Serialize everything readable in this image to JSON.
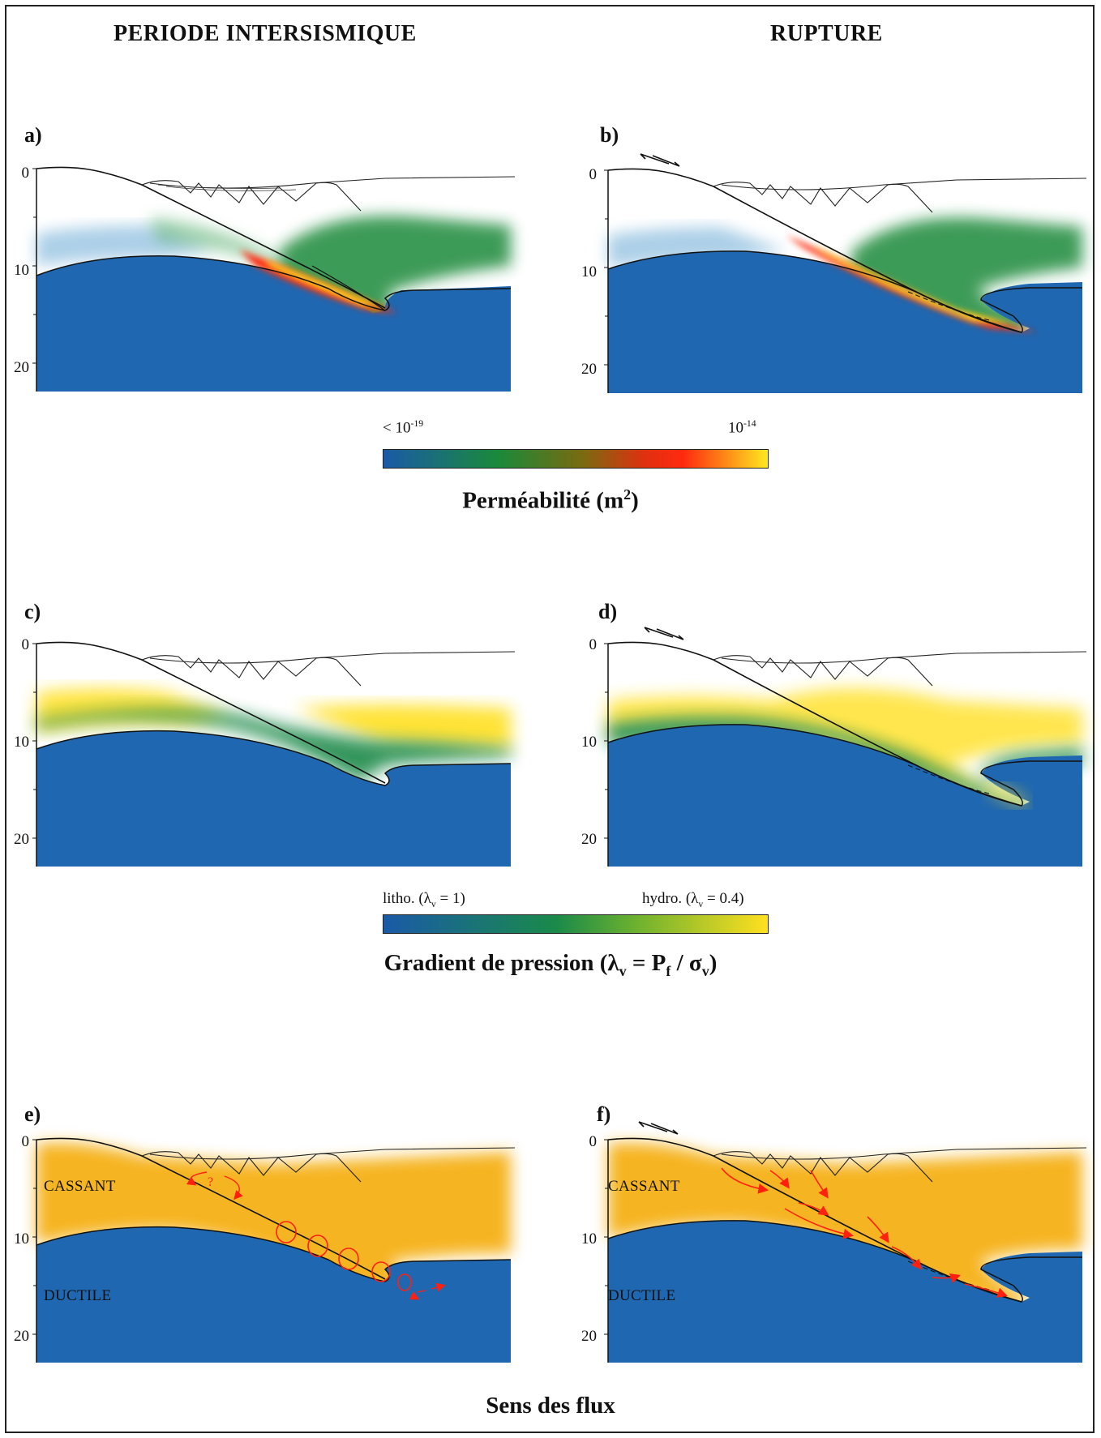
{
  "columns": {
    "left": "PERIODE INTERSISMIQUE",
    "right": "RUPTURE"
  },
  "panels": {
    "a": "a)",
    "b": "b)",
    "c": "c)",
    "d": "d)",
    "e": "e)",
    "f": "f)"
  },
  "y_ticks": [
    "0",
    "10",
    "20"
  ],
  "permeability": {
    "low_prefix": "< 10",
    "low_exp": "-19",
    "high_base": "10",
    "high_exp": "-14",
    "title": "Perméabilité (m",
    "title_exp": "2",
    "title_close": ")",
    "colors": [
      "#1a5aa8",
      "#1a8a3a",
      "#7a6a10",
      "#e03010",
      "#ff2a10",
      "#ffe820"
    ]
  },
  "pressure": {
    "left_label": "litho. (λ",
    "left_sub": "v",
    "left_val": " = 1)",
    "right_label": "hydro. (λ",
    "right_sub": "v",
    "right_val": " = 0.4)",
    "title_a": "Gradient de pression (λ",
    "title_sub_v": "v",
    "title_b": " = P",
    "title_sub_f": "f",
    "title_c": " / σ",
    "title_sub_v2": "v",
    "title_d": ")",
    "colors": [
      "#1a5aa8",
      "#1a8a4a",
      "#6ab030",
      "#ffe020"
    ]
  },
  "flux": {
    "cassant": "CASSANT",
    "ductile": "DUCTILE",
    "question": "?",
    "title": "Sens des flux"
  }
}
